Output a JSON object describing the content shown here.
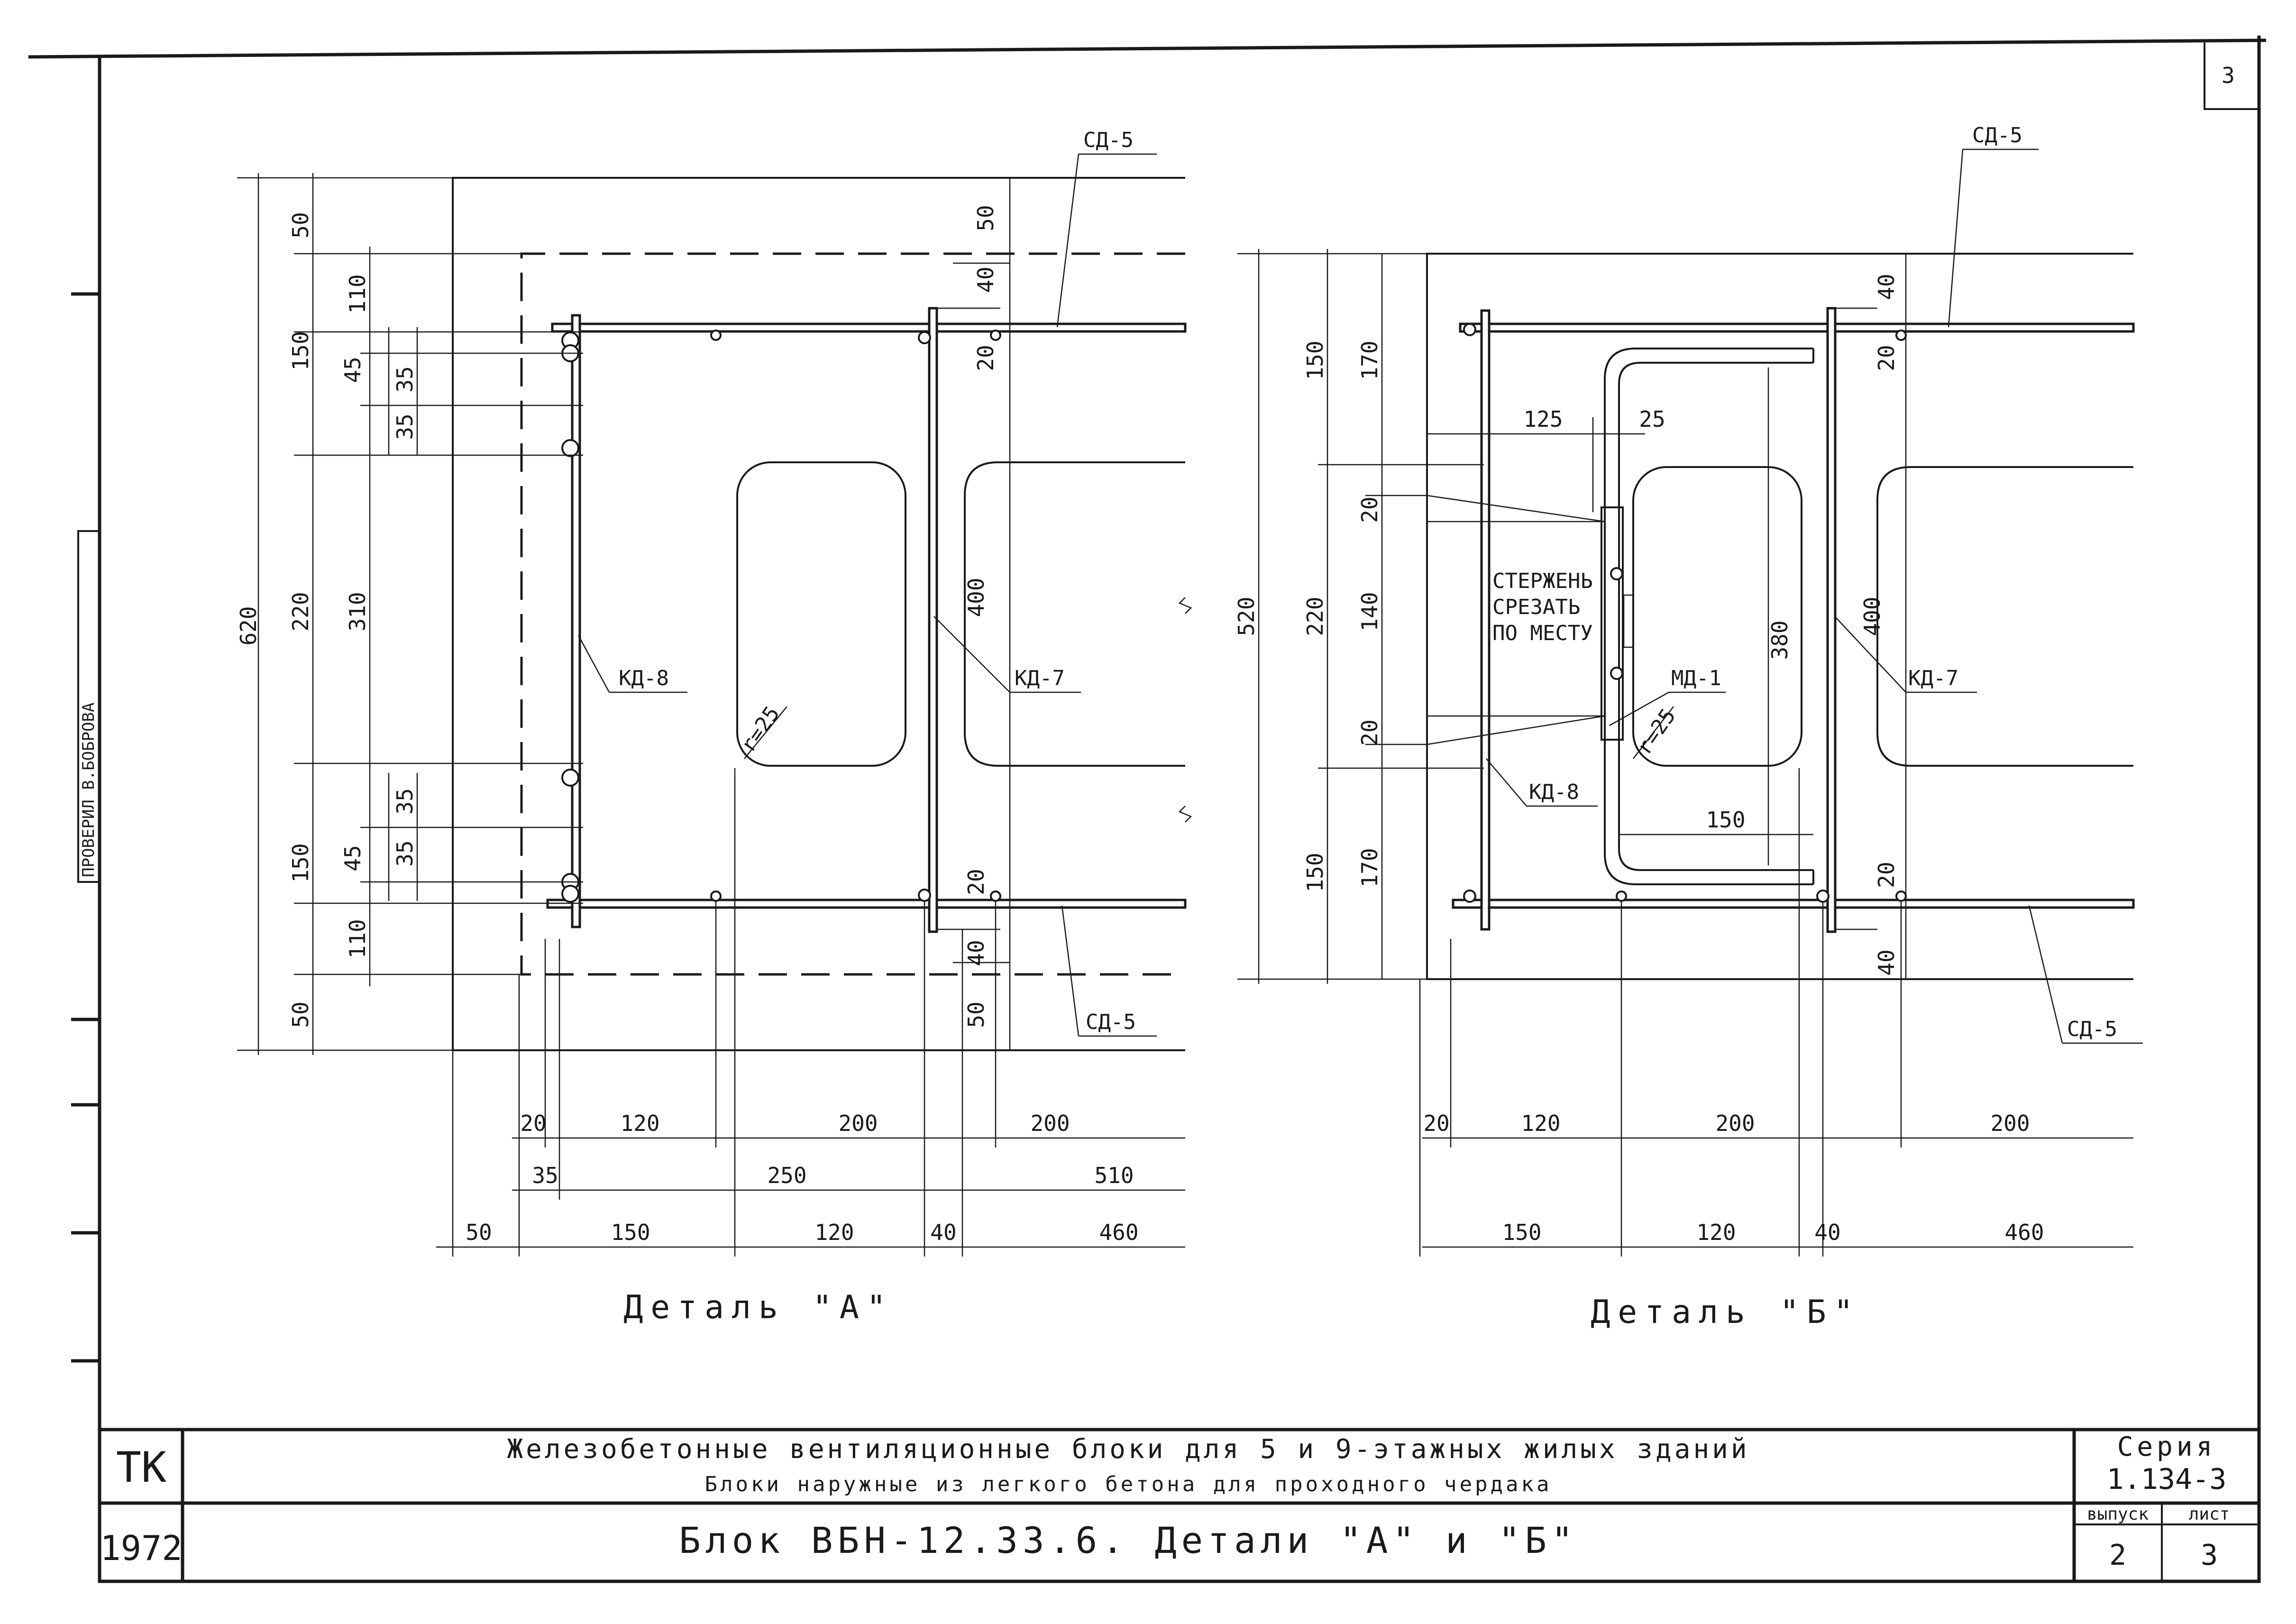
{
  "sheet_number": "3",
  "left_stamp": "ПРОВЕРИЛ  В.БОБРОВА",
  "detail_a": {
    "caption": "Деталь \"А\"",
    "labels": {
      "sd5_top": "СД-5",
      "sd5_bottom": "СД-5",
      "kd8": "КД-8",
      "kd7": "КД-7",
      "radius": "r=25"
    },
    "vertical_dims": {
      "overall": "620",
      "col1": [
        "50",
        "150",
        "220",
        "150",
        "50"
      ],
      "col2": [
        "110",
        "310",
        "110"
      ],
      "col3": [
        "45",
        "45"
      ],
      "col4": [
        "35",
        "35",
        "35",
        "35"
      ],
      "right": [
        "50",
        "40",
        "20",
        "400",
        "20",
        "40",
        "50"
      ]
    },
    "horizontal_dims": {
      "row1": [
        "20",
        "120",
        "200",
        "200"
      ],
      "row2": [
        "35",
        "250",
        "510"
      ],
      "row3": [
        "50",
        "150",
        "120",
        "40",
        "460"
      ]
    }
  },
  "detail_b": {
    "caption": "Деталь \"Б\"",
    "labels": {
      "sd5_top": "СД-5",
      "sd5_bottom": "СД-5",
      "kd8": "КД-8",
      "kd7": "КД-7",
      "md1": "МД-1",
      "radius": "r=25",
      "note": [
        "СТЕРЖЕНЬ",
        "СРЕЗАТЬ",
        "ПО МЕСТУ"
      ]
    },
    "vertical_dims": {
      "overall": "520",
      "col1": [
        "150",
        "220",
        "150"
      ],
      "col2": [
        "170",
        "140",
        "170"
      ],
      "col3": [
        "20",
        "20"
      ],
      "right": [
        "40",
        "20",
        "400",
        "20",
        "40"
      ],
      "inner": [
        "380"
      ]
    },
    "horizontal_dims": {
      "row0": [
        "125",
        "25",
        "150"
      ],
      "row1": [
        "20",
        "120",
        "200",
        "200"
      ],
      "row3": [
        "150",
        "120",
        "40",
        "460"
      ]
    }
  },
  "title_block": {
    "org": "ТК",
    "year": "1972",
    "title_line1": "Железобетонные вентиляционные блоки для 5 и 9-этажных жилых зданий",
    "title_line2": "Блоки наружные из легкого бетона для проходного чердака",
    "title_line3": "Блок ВБН-12.33.6.  Детали \"А\" и \"Б\"",
    "series_label": "Серия",
    "series_value": "1.134-3",
    "issue_label": "выпуск",
    "issue_value": "2",
    "sheet_label": "лист",
    "sheet_value": "3"
  }
}
